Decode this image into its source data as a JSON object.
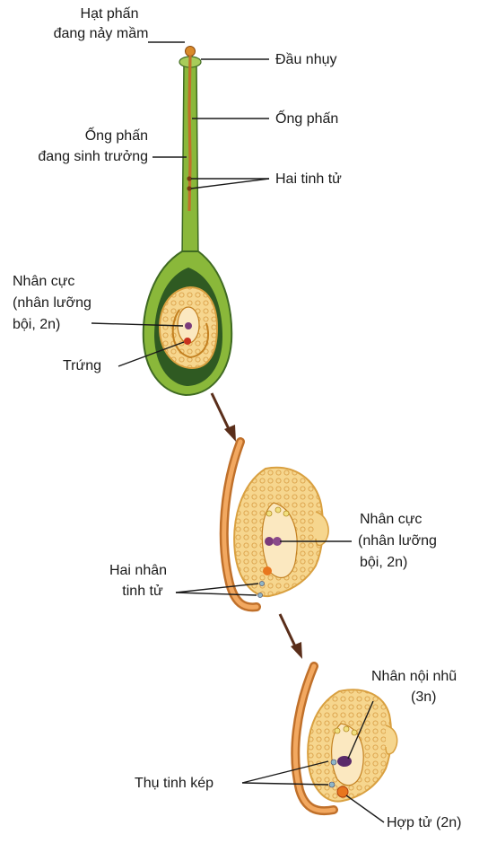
{
  "labels": {
    "hat_phan": [
      "Hạt phấn",
      "đang nảy mầm"
    ],
    "dau_nhuy": "Đầu nhụy",
    "ong_phan": "Ống phấn",
    "ong_phan_sinh_truong": [
      "Ống phấn",
      "đang sinh trưởng"
    ],
    "hai_tinh_tu": "Hai tinh tử",
    "nhan_cuc_1": [
      "Nhân cực",
      "(nhân lưỡng",
      "bội, 2n)"
    ],
    "trung": "Trứng",
    "nhan_cuc_2": [
      "Nhân cực",
      "(nhân lưỡng",
      "bội, 2n)"
    ],
    "hai_nhan_tinh_tu": [
      "Hai nhân",
      "tinh tử"
    ],
    "nhan_noi_nhu": [
      "Nhân nội nhũ",
      "(3n)"
    ],
    "thu_tinh_kep": "Thụ tinh kép",
    "hop_tu": "Hợp tử (2n)"
  },
  "colors": {
    "pistil_green": "#8ab83a",
    "pistil_dark": "#2f5a22",
    "ovule": "#f5d088",
    "ovule_edge": "#d9a040",
    "pollen_tube": "#c0702a",
    "nucleus_purple": "#7a3a7a",
    "egg_red": "#c8321e"
  }
}
